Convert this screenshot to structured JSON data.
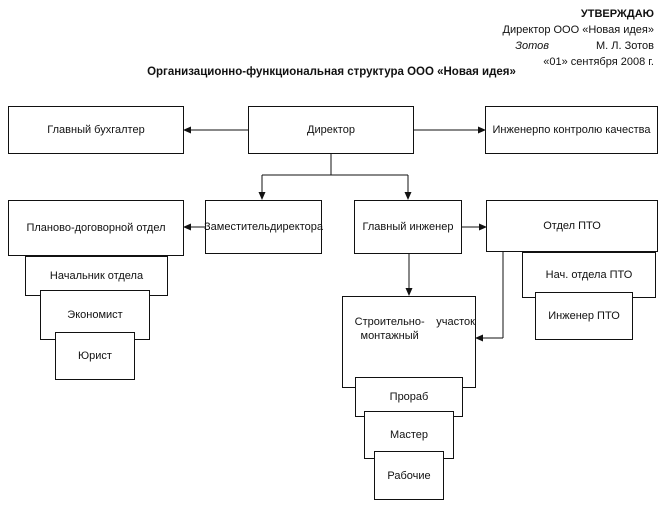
{
  "approval": {
    "heading": "УТВЕРЖДАЮ",
    "position": "Директор ООО «Новая идея»",
    "signature": "Зотов",
    "name": "М. Л. Зотов",
    "date": "«01» сентября 2008 г."
  },
  "title": "Организационно-функциональная структура ООО «Новая идея»",
  "nodes": {
    "director": "Директор",
    "chief_accountant": "Главный бухгалтер",
    "quality_engineer_1": "Инженер",
    "quality_engineer_2": "по контролю качества",
    "planning_dept": "Планово-договорной отдел",
    "dept_head": "Начальник отдела",
    "economist": "Экономист",
    "lawyer": "Юрист",
    "deputy_1": "Заместитель",
    "deputy_2": "директора",
    "chief_engineer": "Главный инженер",
    "pto_dept": "Отдел ПТО",
    "pto_head": "Нач. отдела ПТО",
    "pto_engineer": "Инженер ПТО",
    "construction_site_1": "Строительно-монтажный",
    "construction_site_2": "участок",
    "foreman": "Прораб",
    "master": "Мастер",
    "workers": "Рабочие"
  }
}
